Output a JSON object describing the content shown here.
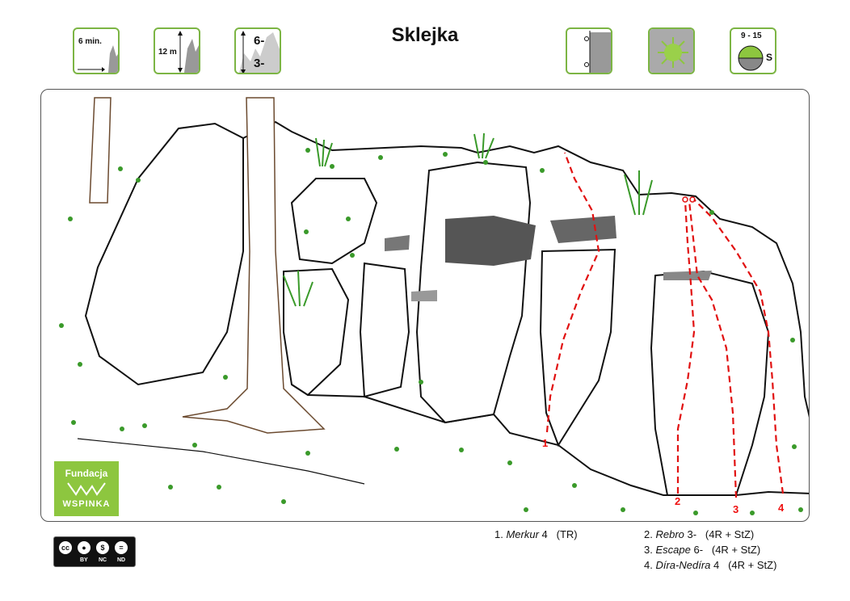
{
  "header": {
    "title": "Sklejka"
  },
  "badges": {
    "approach": "6 min.",
    "height": "12 m",
    "grade_max": "6-",
    "grade_min": "3-",
    "sun_hours": "9 - 15",
    "exposure": "S"
  },
  "logo": {
    "line1": "Fundacja",
    "line2": "WSPINKA"
  },
  "routes": [
    {
      "num": "1",
      "prefix": "1.",
      "name": "Merkur",
      "grade": "4",
      "protection": "(TR)"
    },
    {
      "num": "2",
      "prefix": "2.",
      "name": "Rebro",
      "grade": "3-",
      "protection": "(4R + StZ)"
    },
    {
      "num": "3",
      "prefix": "3.",
      "name": "Escape",
      "grade": "6-",
      "protection": "(4R + StZ)"
    },
    {
      "num": "4",
      "prefix": "4.",
      "name": "Díra-Nedíra",
      "grade": "4",
      "protection": "(4R + StZ)"
    }
  ],
  "license": {
    "cc": "cc",
    "by": "BY",
    "nc": "NC",
    "nd": "ND"
  },
  "colors": {
    "accent_green": "#7cb544",
    "route_red": "#e11111",
    "logo_green": "#8dc63f"
  }
}
